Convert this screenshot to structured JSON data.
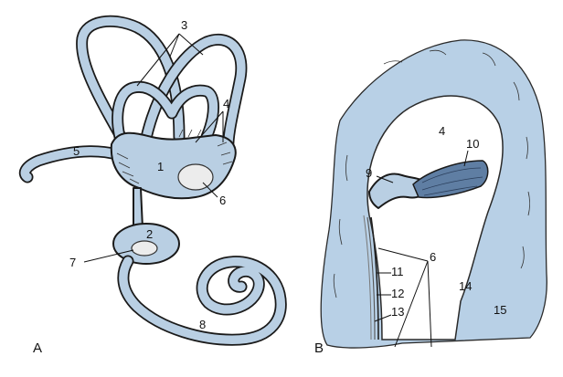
{
  "panels": {
    "a": "A",
    "b": "B"
  },
  "labels_a": {
    "n3": "3",
    "n4": "4",
    "n5": "5",
    "n1": "1",
    "n6": "6",
    "n2": "2",
    "n7": "7",
    "n8": "8"
  },
  "labels_b": {
    "n4": "4",
    "n10": "10",
    "n9": "9",
    "n6": "6",
    "n11": "11",
    "n12": "12",
    "n13": "13",
    "n14": "14",
    "n15": "15"
  },
  "colors": {
    "membrane": "#b9cfe3",
    "outline": "#1a1a1a",
    "macula": "#ececec",
    "cupula": "#5f7ea3"
  }
}
